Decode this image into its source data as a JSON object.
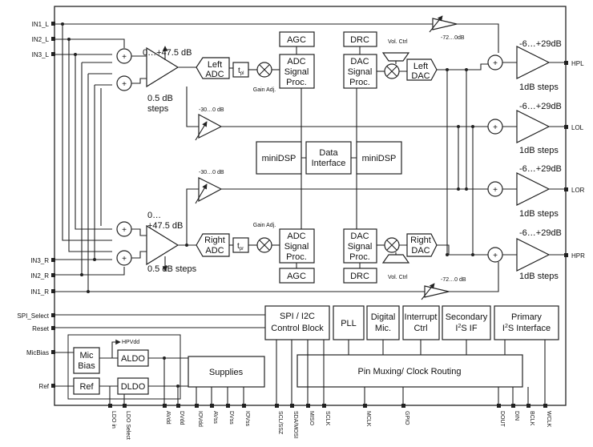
{
  "pins_left": {
    "in1_l": "IN1_L",
    "in2_l": "IN2_L",
    "in3_l": "IN3_L",
    "in3_r": "IN3_R",
    "in2_r": "IN2_R",
    "in1_r": "IN1_R",
    "spi_select": "SPI_Select",
    "reset": "Reset",
    "micbias": "MicBias",
    "ref": "Ref"
  },
  "pins_right": {
    "hpl": "HPL",
    "lol": "LOL",
    "lor": "LOR",
    "hpr": "HPR"
  },
  "pins_bottom": [
    "LDO in",
    "LDO Select",
    "AVdd",
    "DVdd",
    "IOVdd",
    "AVss",
    "DVss",
    "IOVss",
    "SCL/SSZ",
    "SDA/MOSI",
    "MISO",
    "SCLK",
    "MCLK",
    "GPIO",
    "DOUT",
    "DIN",
    "BCLK",
    "WCLK"
  ],
  "left_path": {
    "pga_gain": "0…+47.5 dB",
    "pga_steps_1": "0.5 dB",
    "pga_steps_2": "steps",
    "adc_1": "Left",
    "adc_2": "ADC",
    "tp_main": "t",
    "tp_sub": "pl",
    "gain_adj": "Gain Adj.",
    "adc_proc_1": "ADC",
    "adc_proc_2": "Signal",
    "adc_proc_3": "Proc.",
    "agc": "AGC",
    "drc": "DRC",
    "vol_ctrl": "Vol. Ctrl",
    "dac_proc_1": "DAC",
    "dac_proc_2": "Signal",
    "dac_proc_3": "Proc.",
    "dac_1": "Left",
    "dac_2": "DAC",
    "lo_gain": "-30…0 dB"
  },
  "right_path": {
    "pga_gain_1": "0…",
    "pga_gain_2": "+47.5 dB",
    "pga_steps": "0.5 dB steps",
    "adc_1": "Right",
    "adc_2": "ADC",
    "tp_main": "t",
    "tp_sub": "pr",
    "gain_adj": "Gain Adj.",
    "adc_proc_1": "ADC",
    "adc_proc_2": "Signal",
    "adc_proc_3": "Proc.",
    "agc": "AGC",
    "drc": "DRC",
    "vol_ctrl": "Vol. Ctrl",
    "dac_proc_1": "DAC",
    "dac_proc_2": "Signal",
    "dac_proc_3": "Proc.",
    "dac_1": "Right",
    "dac_2": "DAC",
    "lo_gain": "-30…0 dB"
  },
  "bypass_gain_top": "-72…0dB",
  "bypass_gain_bottom": "-72…0 dB",
  "output_drivers": [
    {
      "gain": "-6…+29dB",
      "steps": "1dB steps"
    },
    {
      "gain": "-6…+29dB",
      "steps": "1dB steps"
    },
    {
      "gain": "-6…+29dB",
      "steps": "1dB steps"
    },
    {
      "gain": "-6…+29dB",
      "steps": "1dB steps"
    }
  ],
  "dsp": {
    "minidsp_left": "miniDSP",
    "data_interface_1": "Data",
    "data_interface_2": "Interface",
    "minidsp_right": "miniDSP"
  },
  "control": {
    "spi_1": "SPI / I2C",
    "spi_2": "Control Block",
    "pll": "PLL",
    "digmic_1": "Digital",
    "digmic_2": "Mic.",
    "intr_1": "Interrupt",
    "intr_2": "Ctrl",
    "sec_1": "Secondary",
    "sec_2a": "I",
    "sec_2sup": "2",
    "sec_2b": "S IF",
    "pri_1": "Primary",
    "pri_2a": "I",
    "pri_2sup": "2",
    "pri_2b": "S Interface",
    "pin_mux": "Pin Muxing/ Clock Routing"
  },
  "power": {
    "hpvdd": "HPVdd",
    "mic_bias_1": "Mic",
    "mic_bias_2": "Bias",
    "ref": "Ref",
    "aldo": "ALDO",
    "dldo": "DLDO",
    "supplies": "Supplies"
  }
}
